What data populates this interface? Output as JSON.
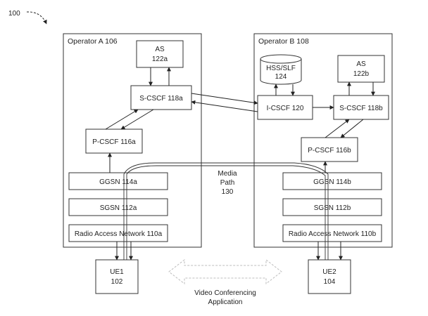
{
  "figure_ref": "100",
  "operator_a": {
    "label": "Operator A 106"
  },
  "operator_b": {
    "label": "Operator B 108"
  },
  "as_a": {
    "line1": "AS",
    "line2": "122a"
  },
  "scscf_a": {
    "label": "S-CSCF 118a"
  },
  "pcscf_a": {
    "label": "P-CSCF 116a"
  },
  "ggsn_a": {
    "label": "GGSN 114a"
  },
  "sgsn_a": {
    "label": "SGSN 112a"
  },
  "ran_a": {
    "label": "Radio Access Network 110a"
  },
  "ue1": {
    "line1": "UE1",
    "line2": "102"
  },
  "hss": {
    "line1": "HSS/SLF",
    "line2": "124"
  },
  "as_b": {
    "line1": "AS",
    "line2": "122b"
  },
  "icscf": {
    "label": "I-CSCF 120"
  },
  "scscf_b": {
    "label": "S-CSCF 118b"
  },
  "pcscf_b": {
    "label": "P-CSCF 116b"
  },
  "ggsn_b": {
    "label": "GGSN 114b"
  },
  "sgsn_b": {
    "label": "SGSN 112b"
  },
  "ran_b": {
    "label": "Radio Access Network 110b"
  },
  "ue2": {
    "line1": "UE2",
    "line2": "104"
  },
  "media_path": {
    "line1": "Media",
    "line2": "Path",
    "line3": "130"
  },
  "video_app": {
    "line1": "Video Conferencing",
    "line2": "Application"
  },
  "colors": {
    "stroke": "#333333",
    "arrow_outline": "#bdbdbd",
    "text": "#222222"
  }
}
